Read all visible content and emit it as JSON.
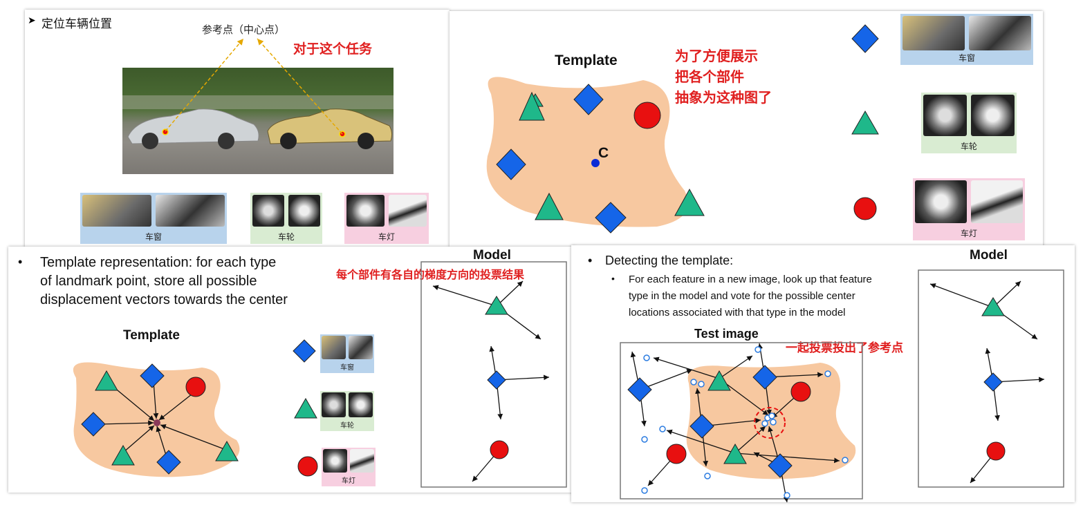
{
  "panel1": {
    "title": "定位车辆位置",
    "ref_point": "参考点（中心点）",
    "note": "对于这个任务",
    "crops": [
      "车窗",
      "车轮",
      "车灯"
    ]
  },
  "panel2": {
    "template_title": "Template",
    "center_label": "C",
    "note_lines": [
      "为了方便展示",
      "把各个部件",
      "抽象为这种图了"
    ],
    "legend": [
      "车窗",
      "车轮",
      "车灯"
    ]
  },
  "panel3": {
    "bullet": "Template representation: for each type of landmark point, store all possible displacement vectors towards the center",
    "bullet_lines": [
      "Template representation: for each type",
      "of landmark point, store all possible",
      "displacement vectors towards the center"
    ],
    "template_title": "Template",
    "model_title": "Model",
    "note": "每个部件有各自的梯度方向的投票结果",
    "legend": [
      "车窗",
      "车轮",
      "车灯"
    ]
  },
  "panel4": {
    "bullet": "Detecting the template:",
    "sub_bullet_lines": [
      "For each feature in a new image, look up that feature",
      "type in the model and vote for the possible center",
      "locations associated with that type in the model"
    ],
    "test_title": "Test image",
    "model_title": "Model",
    "note": "一起投票投出了参考点"
  },
  "colors": {
    "blob": "#f7c8a0",
    "diamond": "#1565e8",
    "triangle": "#1fb88a",
    "circle": "#e81010",
    "accent_red": "#e02020",
    "crop_window": "#b8d3ec",
    "crop_wheel": "#d9ecd2",
    "crop_light": "#f7cfe0"
  },
  "icons": [
    "blue-diamond-icon",
    "green-triangle-icon",
    "red-circle-icon",
    "arrow-icon"
  ]
}
